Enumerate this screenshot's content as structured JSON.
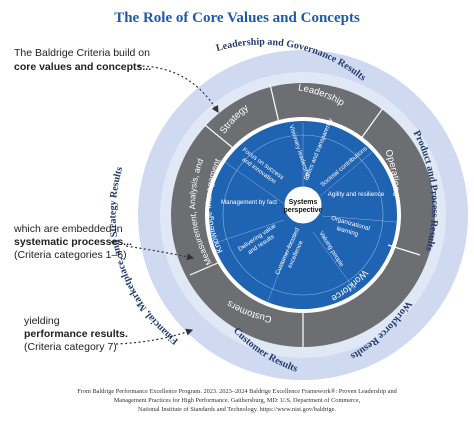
{
  "title": "The Role of Core Values and Concepts",
  "notes": {
    "note1": {
      "line1": "The Baldrige Criteria build on",
      "line2": "core values and concepts..."
    },
    "note2": {
      "line1": "which are embedded in",
      "line2": "systematic processes...",
      "line3": "(Criteria categories 1–6)"
    },
    "note3": {
      "line1": "yielding",
      "line2": "performance results.",
      "line3": "(Criteria category 7)"
    }
  },
  "outer_ring": [
    "Leadership and Governance Results",
    "Product and Process Results",
    "Workforce Results",
    "Customer Results",
    "Financial, Marketplace, and Strategy Results"
  ],
  "middle_ring": [
    "Leadership",
    "Operations",
    "Workforce",
    "Customers",
    "Measurement, Analysis, and",
    "Knowledge Management",
    "Strategy"
  ],
  "core_values": [
    "Visionary leadership",
    "Ethics and transparency",
    "Societal contributions",
    "Agility and resilience",
    "Organizational",
    "learning",
    "Valuing people",
    "Customer-focused",
    "excellence",
    "Delivering value",
    "and results",
    "Management by fact",
    "Focus on success",
    "and innovation"
  ],
  "center": {
    "line1": "Systems",
    "line2": "perspective"
  },
  "source": {
    "line1": "From Baldrige Performance Excellence Program. 2023. 2023–2024 Baldrige Excellence Framework®: Proven Leadership and",
    "line2": "Management Practices for High Performance. Gaithersburg, MD: U.S. Department of Commerce,",
    "line3": "National Institute of Standards and Technology. https://www.nist.gov/baldrige."
  },
  "colors": {
    "title": "#1f5aa6",
    "outer_ring": "#cfdaf0",
    "middle_ring": "#6d6e71",
    "inner_circle": "#1f63b3",
    "arrow": "#333333"
  }
}
